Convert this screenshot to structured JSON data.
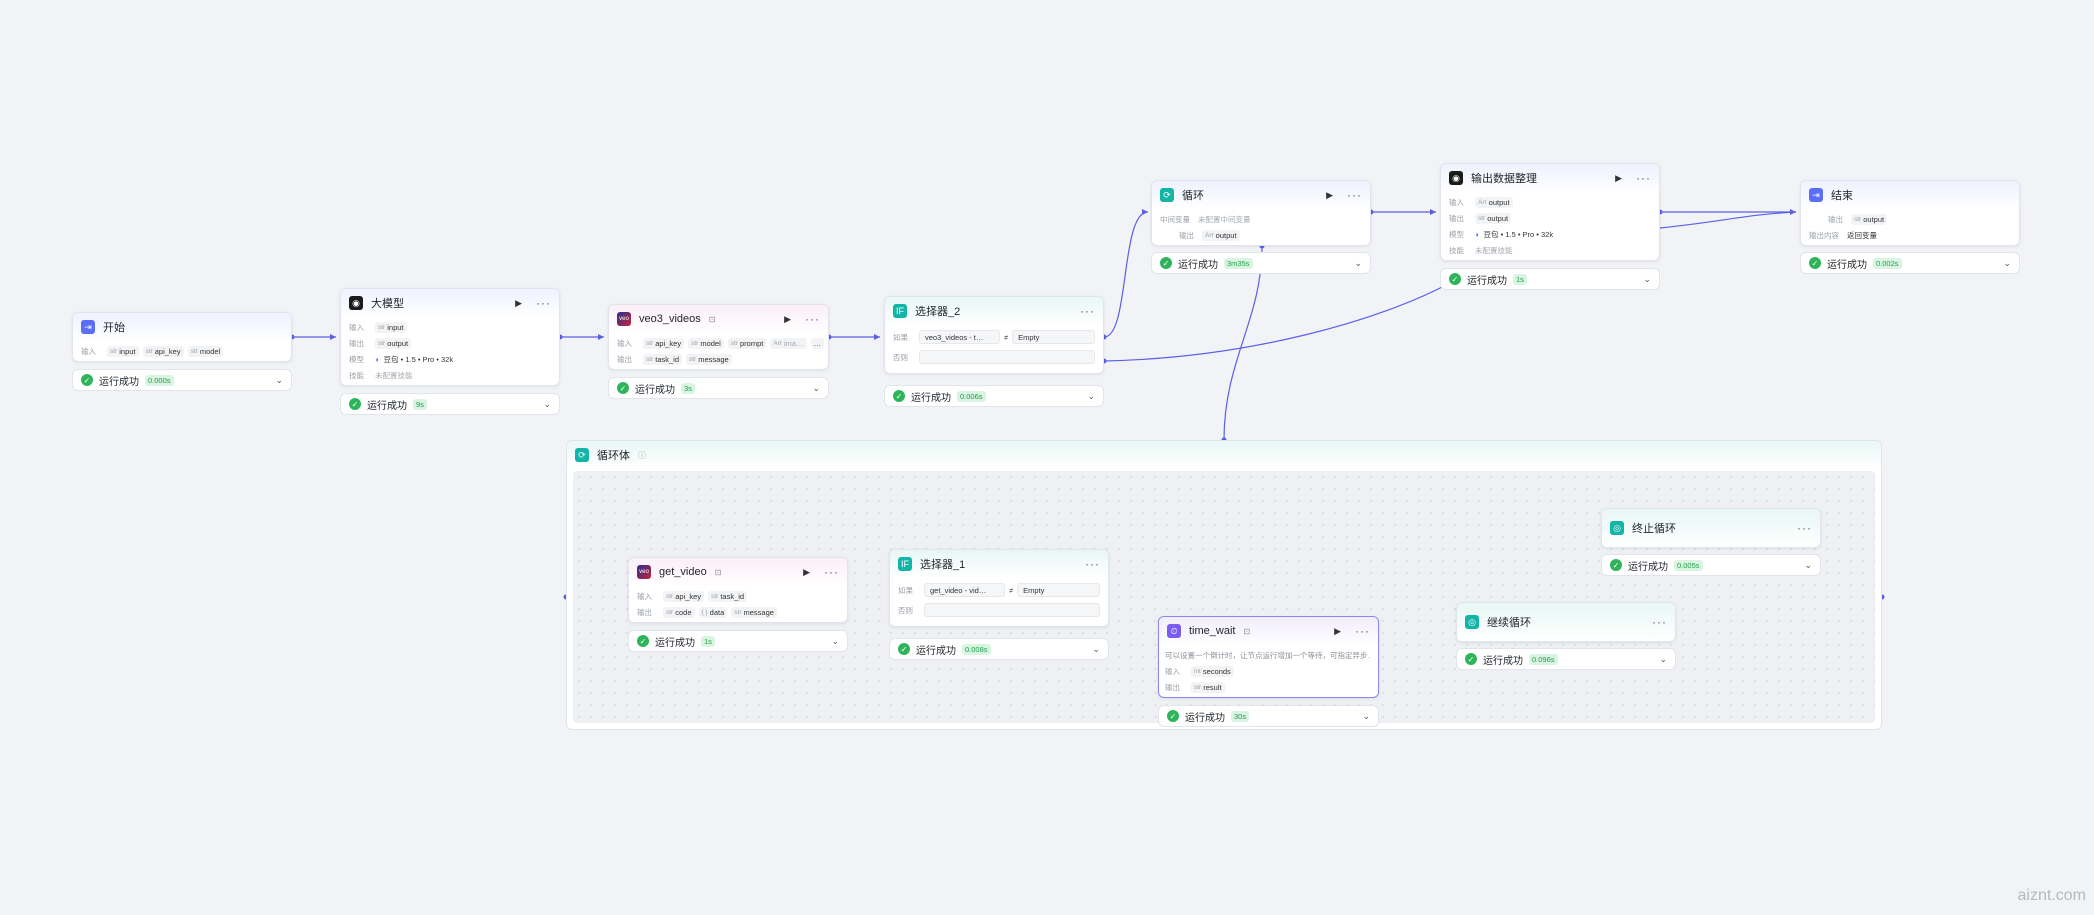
{
  "colors": {
    "accent": "#5b5fe6",
    "success": "#2fb45c"
  },
  "labels": {
    "input": "输入",
    "output": "输出",
    "model": "模型",
    "skill": "技能",
    "condition": "如果",
    "else": "否则",
    "mid_var": "中间变量",
    "output_content": "输出内容",
    "status_text": "运行成功"
  },
  "nodes": {
    "start": {
      "title": "开始",
      "inputs": [
        "input",
        "api_key",
        "model"
      ],
      "input_types": [
        "str",
        "str",
        "str"
      ],
      "time": "0.000s"
    },
    "llm": {
      "title": "大模型",
      "input": "input",
      "output": "output",
      "model": "豆包 • 1.5 • Pro • 32k",
      "skill": "未配置技能",
      "time": "9s"
    },
    "veo3": {
      "title": "veo3_videos",
      "inputs": [
        "api_key",
        "model",
        "prompt",
        "ima…"
      ],
      "outputs": [
        "task_id",
        "message"
      ],
      "more": "…",
      "time": "3s"
    },
    "selector2": {
      "title": "选择器_2",
      "left": "veo3_videos - t…",
      "op": "≠",
      "right": "Empty",
      "time": "0.006s"
    },
    "loop": {
      "title": "循环",
      "mid_var": "未配置中间变量",
      "output": "output",
      "time": "3m35s"
    },
    "formatter": {
      "title": "输出数据整理",
      "input": "output",
      "output": "output",
      "model": "豆包 • 1.5 • Pro • 32k",
      "skill": "未配置技能",
      "time": "1s"
    },
    "end": {
      "title": "结束",
      "output": "output",
      "content": "返回变量",
      "time": "0.002s"
    },
    "loop_body": {
      "title": "循环体"
    },
    "get_video": {
      "title": "get_video",
      "inputs": [
        "api_key",
        "task_id"
      ],
      "outputs": [
        "code",
        "data",
        "message"
      ],
      "time": "1s"
    },
    "selector1": {
      "title": "选择器_1",
      "left": "get_video - vid…",
      "op": "≠",
      "right": "Empty",
      "time": "0.008s"
    },
    "time_wait": {
      "title": "time_wait",
      "desc": "可以设置一个倒计时，让节点运行增加一个等待，可指定异步…",
      "input": "seconds",
      "output": "result",
      "time": "30s"
    },
    "stop_loop": {
      "title": "终止循环",
      "time": "0.005s"
    },
    "continue_loop": {
      "title": "继续循环",
      "time": "0.096s"
    }
  },
  "watermark": "aiznt.com"
}
